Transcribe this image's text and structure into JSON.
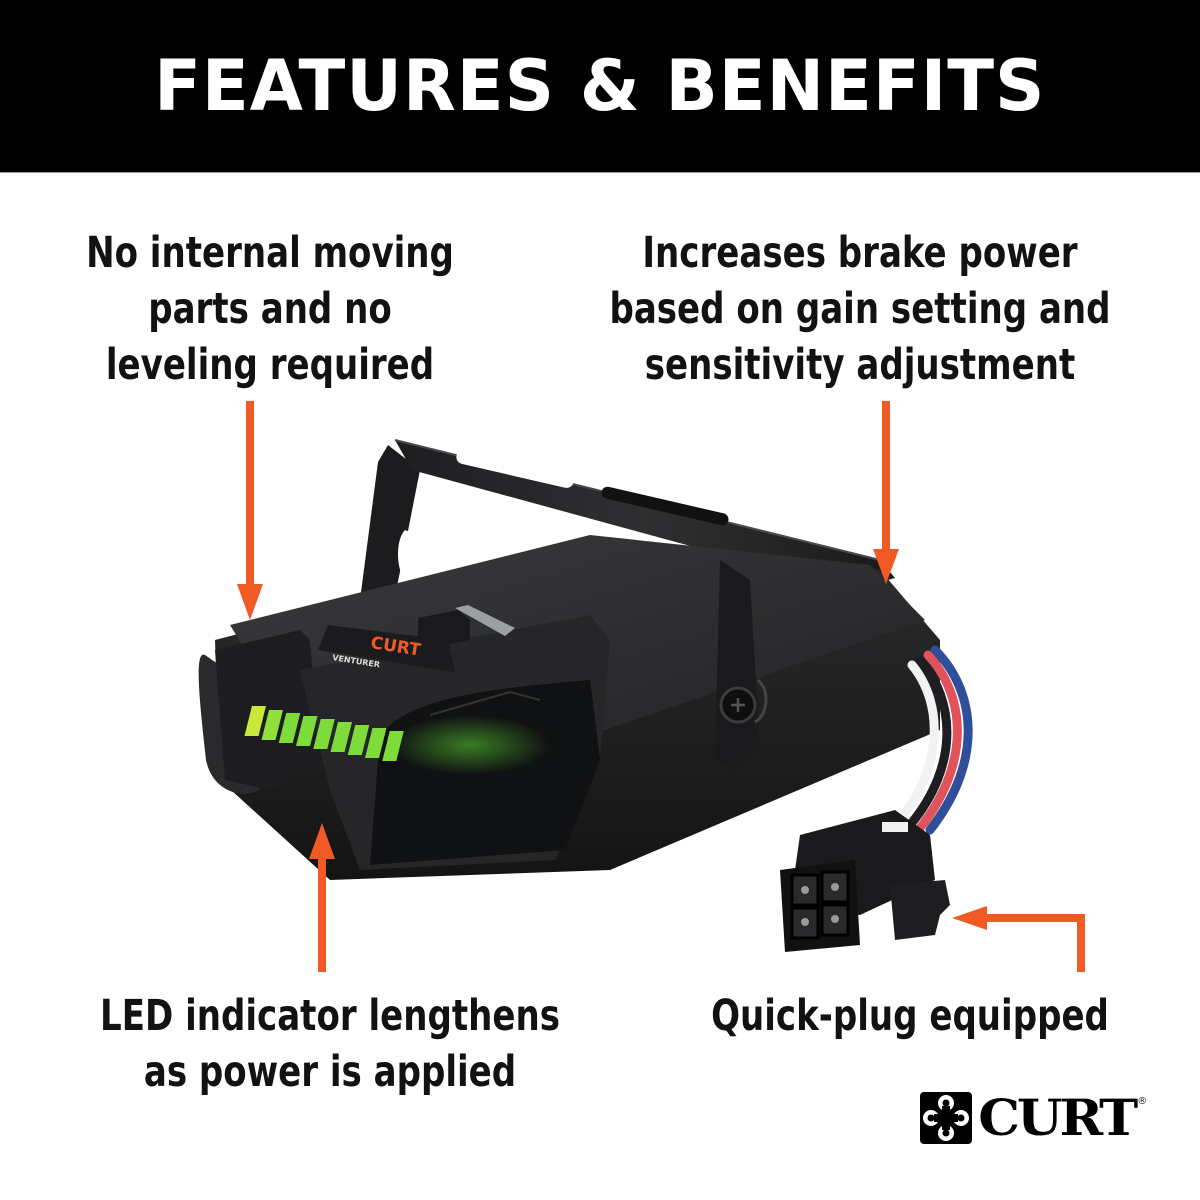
{
  "header": {
    "title": "FEATURES & BENEFITS",
    "background_color": "#000000",
    "text_color": "#ffffff"
  },
  "callouts": {
    "top_left": {
      "lines": [
        "No internal moving",
        "parts and no",
        "leveling required"
      ],
      "arrow_direction": "down"
    },
    "top_right": {
      "lines": [
        "Increases brake power",
        "based on gain setting and",
        "sensitivity adjustment"
      ],
      "arrow_direction": "down"
    },
    "bottom_left": {
      "lines": [
        "LED indicator lengthens",
        "as power is applied"
      ],
      "arrow_direction": "up"
    },
    "bottom_right": {
      "lines": [
        "Quick-plug equipped"
      ],
      "arrow_direction": "left"
    }
  },
  "product": {
    "name": "CURT Venturer brake controller",
    "label_brand": "CURT",
    "label_model": "VENTURER",
    "led_segments": 9,
    "wire_colors": [
      "#f2f2f2",
      "#1d1d22",
      "#e0535b",
      "#2f4f9a"
    ]
  },
  "brand": {
    "wordmark": "CURT",
    "registered": "®"
  },
  "colors": {
    "accent_arrow": "#f15a24",
    "text": "#121212",
    "led_green": "#7ee03a",
    "body_dark": "#2b2b2d"
  }
}
